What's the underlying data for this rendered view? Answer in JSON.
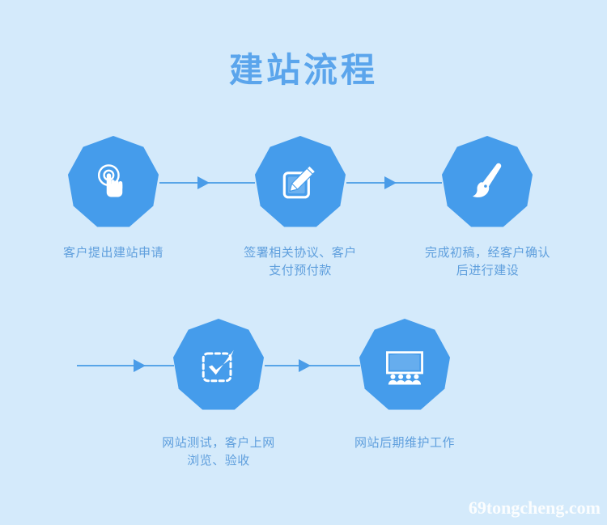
{
  "page": {
    "title": "建站流程",
    "background_color": "#d4eafb",
    "accent_color": "#459ceb",
    "title_color": "#5ba5ec",
    "caption_color": "#5f9fdd",
    "watermark": "69tongcheng.com"
  },
  "flow": {
    "steps": [
      {
        "index": "1",
        "icon": "touch-click-icon",
        "label": "客户提出建站申请",
        "row": "top"
      },
      {
        "index": "2",
        "icon": "pen-edit-icon",
        "label": "签署相关协议、客户\n支付预付款",
        "label_line1": "签署相关协议、客户",
        "label_line2": "支付预付款",
        "row": "top"
      },
      {
        "index": "3",
        "icon": "paintbrush-icon",
        "label": "完成初稿，经客户确认\n后进行建设",
        "label_line1": "完成初稿，经客户确认",
        "label_line2": "后进行建设",
        "row": "top"
      },
      {
        "index": "4",
        "icon": "checkmark-dashed-box-icon",
        "label": "网站测试，客户上网\n浏览、验收",
        "label_line1": "网站测试，客户上网",
        "label_line2": "浏览、验收",
        "row": "bottom"
      },
      {
        "index": "5",
        "icon": "presentation-screen-icon",
        "label": "网站后期维护工作",
        "row": "bottom"
      }
    ],
    "connectors": [
      {
        "id": "1",
        "from": "1",
        "to": "2",
        "direction": "right"
      },
      {
        "id": "2",
        "from": "2",
        "to": "3",
        "direction": "right"
      },
      {
        "id": "3",
        "from": "3",
        "to": "4",
        "direction": "right"
      },
      {
        "id": "4",
        "from": "4",
        "to": "5",
        "direction": "right"
      }
    ]
  }
}
